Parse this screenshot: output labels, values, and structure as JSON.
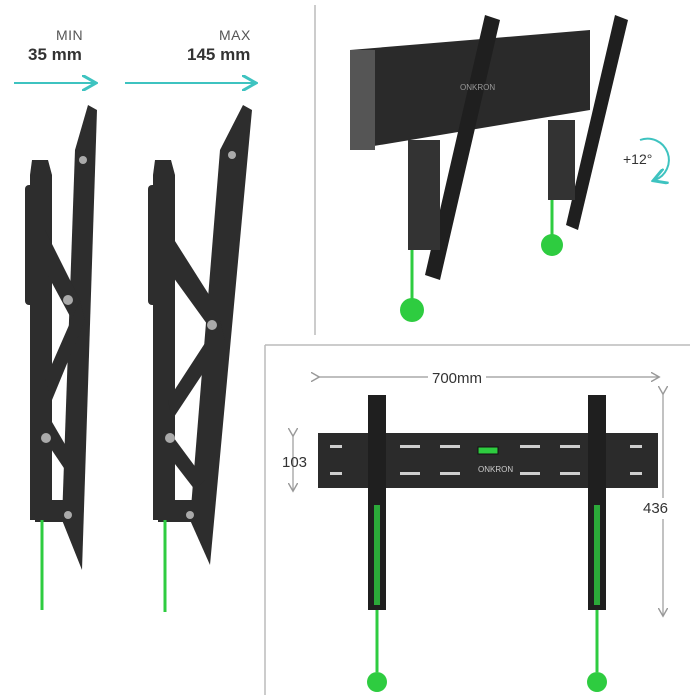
{
  "left_panel": {
    "min_label": "MIN",
    "min_value": "35 mm",
    "max_label": "MAX",
    "max_value": "145 mm"
  },
  "top_right": {
    "tilt_label": "+12°",
    "brand": "ONKRON"
  },
  "bottom_right": {
    "width_label": "700mm",
    "plate_height_label": "103",
    "total_height_label": "436",
    "brand": "ONKRON"
  },
  "colors": {
    "accent_teal": "#3ec3c0",
    "green": "#2ecc40",
    "metal": "#2b2b2b",
    "divider": "#bbbbbb"
  }
}
